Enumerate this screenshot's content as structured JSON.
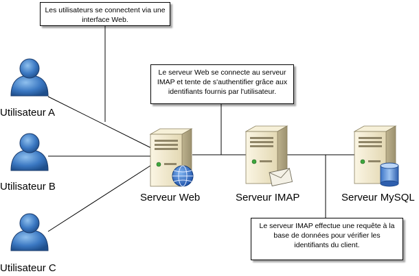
{
  "users": [
    {
      "label": "Utilisateur A"
    },
    {
      "label": "Utilisateur B"
    },
    {
      "label": "Utilisateur C"
    }
  ],
  "servers": {
    "web": {
      "label": "Serveur Web"
    },
    "imap": {
      "label": "Serveur IMAP"
    },
    "mysql": {
      "label": "Serveur MySQL"
    }
  },
  "callouts": {
    "web_interface": "Les utilisateurs se connectent via une interface Web.",
    "web_to_imap": "Le serveur Web se connecte au serveur IMAP et tente de s'authentifier grâce aux identifiants fournis par l'utilisateur.",
    "imap_to_mysql": "Le serveur IMAP effectue une requête à la base de données pour vérifier les identifiants du client."
  },
  "colors": {
    "user_fill": "#3b78c2",
    "server_body": "#e8e0c4",
    "line": "#000000"
  }
}
